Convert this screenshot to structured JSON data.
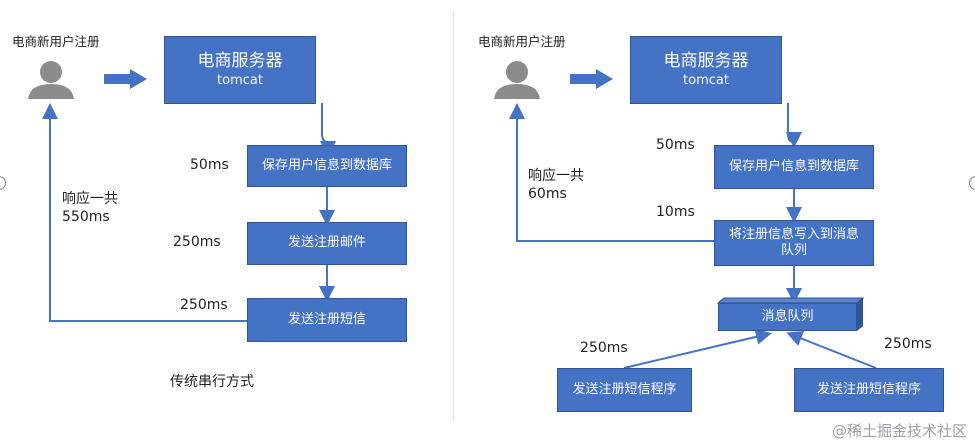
{
  "colors": {
    "box_fill": "#4472c4",
    "box_border": "#2f5597",
    "arrow": "#4472c4",
    "user_icon": "#8c8c8c"
  },
  "left": {
    "user_label": "电商新用户注册",
    "server": {
      "title": "电商服务器",
      "subtitle": "tomcat"
    },
    "steps": [
      "保存用户信息到数据库",
      "发送注册邮件",
      "发送注册短信"
    ],
    "times": [
      "50ms",
      "250ms",
      "250ms"
    ],
    "response": [
      "响应一共",
      "550ms"
    ],
    "caption": "传统串行方式"
  },
  "right": {
    "user_label": "电商新用户注册",
    "server": {
      "title": "电商服务器",
      "subtitle": "tomcat"
    },
    "save_step": "保存用户信息到数据库",
    "save_time": "50ms",
    "queue_write_step": [
      "将注册信息写入到消息",
      "队列"
    ],
    "queue_write_time": "10ms",
    "response": [
      "响应一共",
      "60ms"
    ],
    "queue": "消息队列",
    "consumers": [
      "发送注册短信程序",
      "发送注册短信程序"
    ],
    "consumer_times": [
      "250ms",
      "250ms"
    ]
  },
  "watermark": "@稀土掘金技术社区"
}
